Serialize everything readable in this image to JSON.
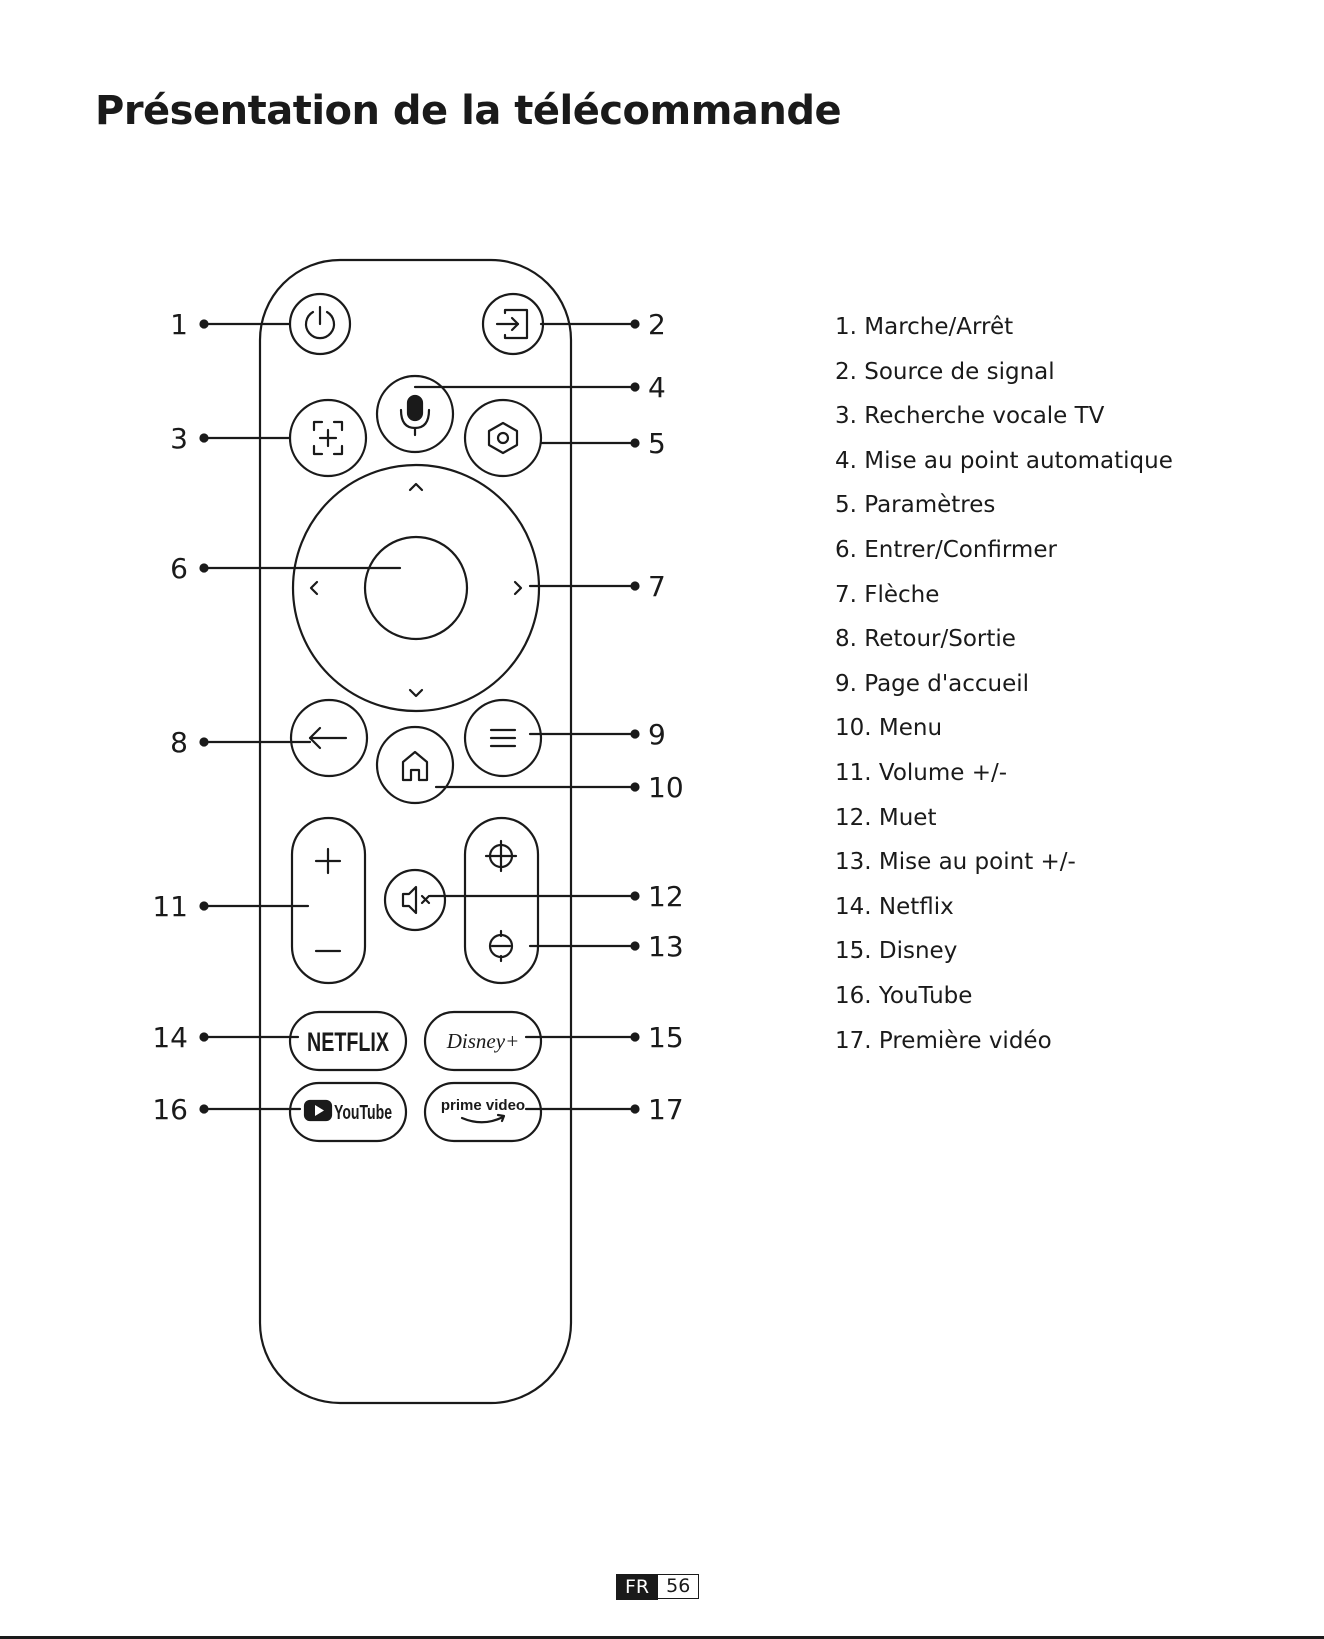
{
  "page": {
    "title": "Présentation de la télécommande"
  },
  "callout_numbers": [
    "1",
    "2",
    "3",
    "4",
    "5",
    "6",
    "7",
    "8",
    "9",
    "10",
    "11",
    "12",
    "13",
    "14",
    "15",
    "16",
    "17"
  ],
  "remote": {
    "netflix_logo_text": "NETFLIX",
    "disney_logo_text": "Disney+",
    "youtube_logo_text": "YouTube",
    "prime_logo_text": "prime video"
  },
  "legend": [
    "1. Marche/Arrêt",
    "2. Source de signal",
    "3. Recherche vocale TV",
    "4. Mise au point automatique",
    "5. Paramètres",
    "6. Entrer/Confirmer",
    "7. Flèche",
    "8. Retour/Sortie",
    "9. Page d'accueil",
    "10. Menu",
    "11. Volume +/-",
    "12. Muet",
    "13. Mise au point +/-",
    "14. Netflix",
    "15. Disney",
    "16. YouTube",
    "17. Première vidéo"
  ],
  "footer": {
    "lang": "FR",
    "page": "56"
  },
  "colors": {
    "ink": "#1a1a1a",
    "background": "#ffffff"
  }
}
